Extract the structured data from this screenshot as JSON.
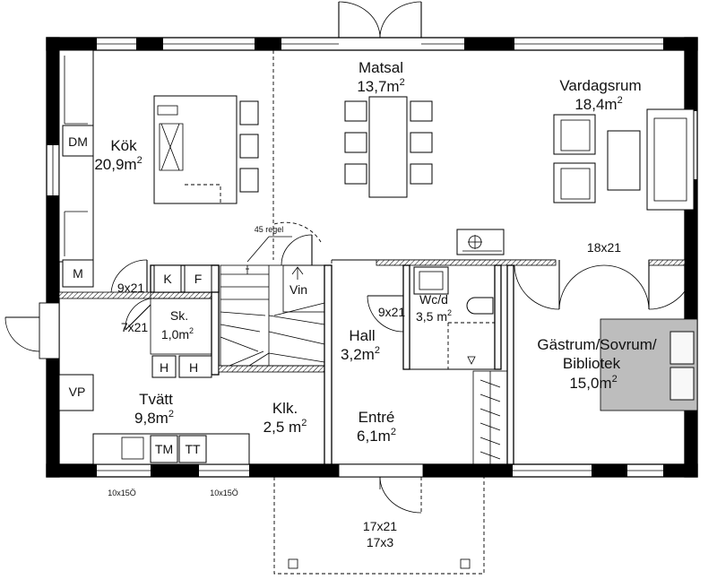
{
  "rooms": {
    "kok": {
      "name": "Kök",
      "area": "20,9m",
      "sup": "2"
    },
    "matsal": {
      "name": "Matsal",
      "area": "13,7m",
      "sup": "2"
    },
    "vardagsrum": {
      "name": "Vardagsrum",
      "area": "18,4m",
      "sup": "2"
    },
    "sk": {
      "name": "Sk.",
      "area": "1,0m",
      "sup": "2"
    },
    "hall": {
      "name": "Hall",
      "area": "3,2m",
      "sup": "2"
    },
    "wc": {
      "name": "Wc/d",
      "area": "3,5 m",
      "sup": "2"
    },
    "gastrum": {
      "line1": "Gästrum/Sovrum/",
      "line2": "Bibliotek",
      "area": "15,0m",
      "sup": "2"
    },
    "tvatt": {
      "name": "Tvätt",
      "area": "9,8m",
      "sup": "2"
    },
    "klk": {
      "name": "Klk.",
      "area": "2,5 m",
      "sup": "2"
    },
    "entre": {
      "name": "Entré",
      "area": "6,1m",
      "sup": "2"
    }
  },
  "appliances": {
    "dm": "DM",
    "m": "M",
    "k": "K",
    "f": "F",
    "h1": "H",
    "h2": "H",
    "vp": "VP",
    "tm": "TM",
    "tt": "TT",
    "vin": "Vin"
  },
  "door_sizes": {
    "d_9x21_left": "9x21",
    "d_7x21": "7x21",
    "d_9x21_hall": "9x21",
    "d_18x21": "18x21",
    "d_17x21": "17x21",
    "d_17x3": "17x3"
  },
  "annotations": {
    "regel": "45 regel",
    "win1": "10x15Ö",
    "win2": "10x15Ö"
  }
}
